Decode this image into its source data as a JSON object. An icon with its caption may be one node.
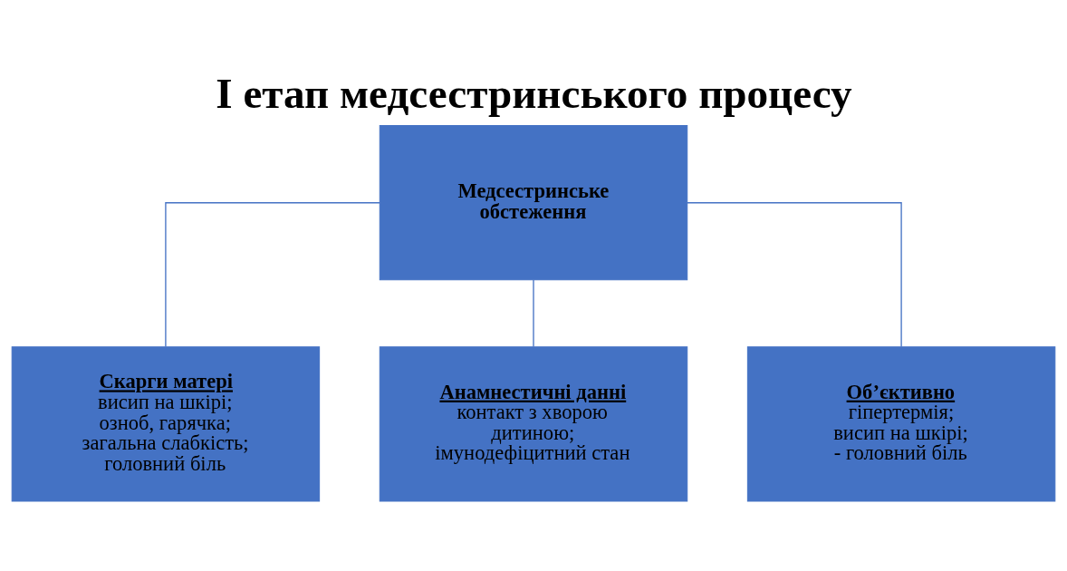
{
  "diagram": {
    "title": "І етап медсестринського процесу",
    "nodes": [
      {
        "text": [
          "Медсестринське обстеження"
        ]
      },
      {
        "text": [
          "Скарги матері",
          "висип на шкірі;",
          "озноб, гарячка;",
          "загальна слабкість;",
          "головний біль"
        ]
      },
      {
        "text": [
          "Анамнестичні данні",
          "контакт з хворою дитиною;",
          "імунодефіцитний стан"
        ]
      },
      {
        "text": [
          "Об’єктивно",
          "гіпертермія;",
          "висип на шкірі;",
          "- головний біль"
        ]
      }
    ],
    "edges": [
      {
        "from": 0,
        "to": 1,
        "arrow": "none"
      },
      {
        "from": 0,
        "to": 2,
        "arrow": "none"
      },
      {
        "from": 0,
        "to": 3,
        "arrow": "none"
      }
    ]
  }
}
